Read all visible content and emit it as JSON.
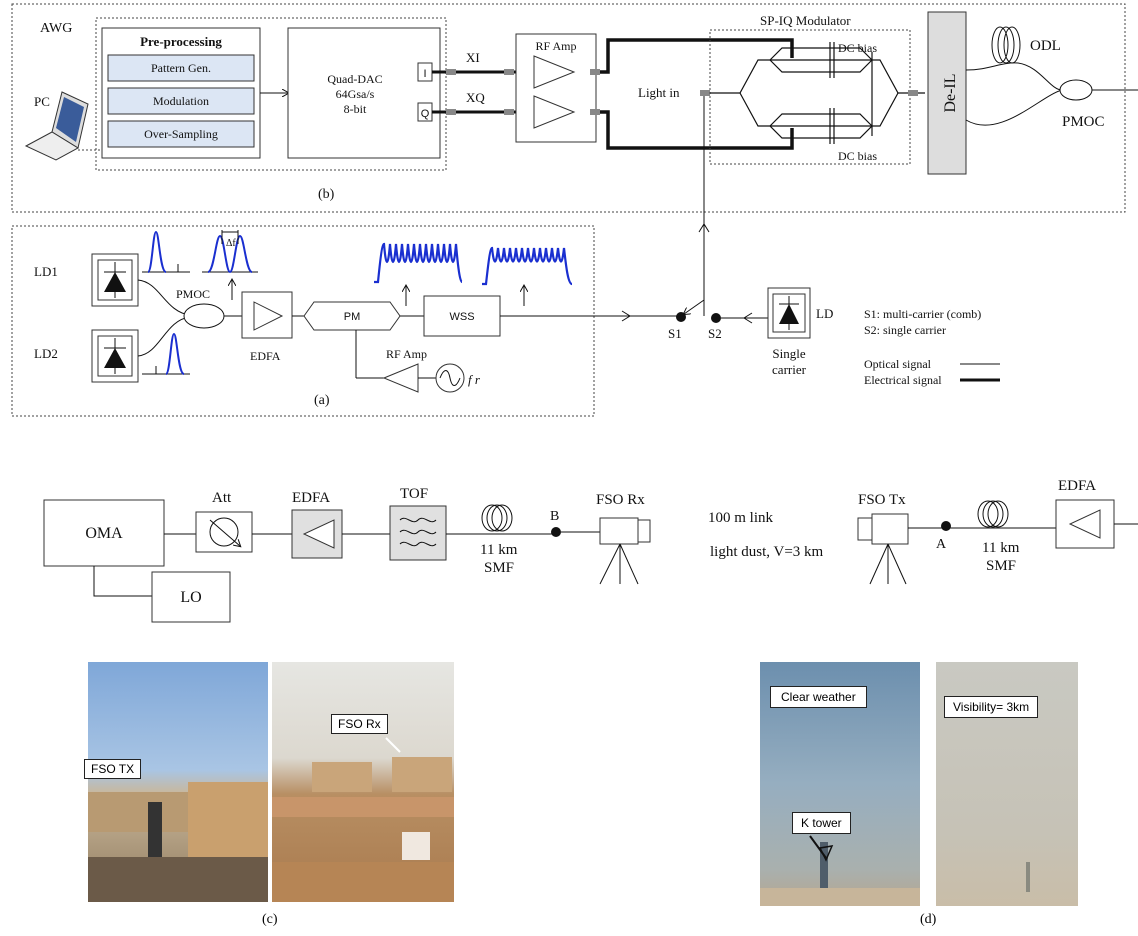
{
  "panel_b": {
    "awg": "AWG",
    "pc": "PC",
    "preprocessing_title": "Pre-processing",
    "pre_items": [
      "Pattern Gen.",
      "Modulation",
      "Over-Sampling"
    ],
    "dac_lines": [
      "Quad-DAC",
      "64Gsa/s",
      "8-bit"
    ],
    "port_i": "I",
    "port_q": "Q",
    "xi": "XI",
    "xq": "XQ",
    "rf_amp": "RF Amp",
    "light_in": "Light in",
    "sp_iq": "SP-IQ Modulator",
    "dc_bias_top": "DC bias",
    "dc_bias_bottom": "DC bias",
    "de_il": "De-IL",
    "odl": "ODL",
    "pmoc": "PMOC",
    "caption": "(b)"
  },
  "panel_a": {
    "ld1": "LD1",
    "ld2": "LD2",
    "pmoc": "PMOC",
    "delta_f": "Δf",
    "edfa": "EDFA",
    "pm": "PM",
    "wss": "WSS",
    "rf_amp": "RF Amp",
    "fr": "f r",
    "caption": "(a)",
    "s1": "S1",
    "s2": "S2",
    "ld": "LD",
    "single_carrier_1": "Single",
    "single_carrier_2": "carrier"
  },
  "legend": {
    "s1": "S1: multi-carrier (comb)",
    "s2": "S2: single carrier",
    "optical": "Optical signal",
    "electrical": "Electrical signal"
  },
  "link": {
    "oma": "OMA",
    "lo": "LO",
    "att": "Att",
    "edfa_left": "EDFA",
    "tof": "TOF",
    "smf_left_1": "11 km",
    "smf_left_2": "SMF",
    "b": "B",
    "fso_rx": "FSO Rx",
    "link_len": "100 m link",
    "dust": "light dust, V=3 km",
    "fso_tx": "FSO Tx",
    "a": "A",
    "smf_right_1": "11 km",
    "smf_right_2": "SMF",
    "edfa_right": "EDFA"
  },
  "photos": {
    "fso_tx_label": "FSO TX",
    "fso_rx_label": "FSO Rx",
    "clear_label": "Clear weather",
    "visibility_label": "Visibility= 3km",
    "k_tower_label": "K tower",
    "caption_c": "(c)",
    "caption_d": "(d)"
  }
}
